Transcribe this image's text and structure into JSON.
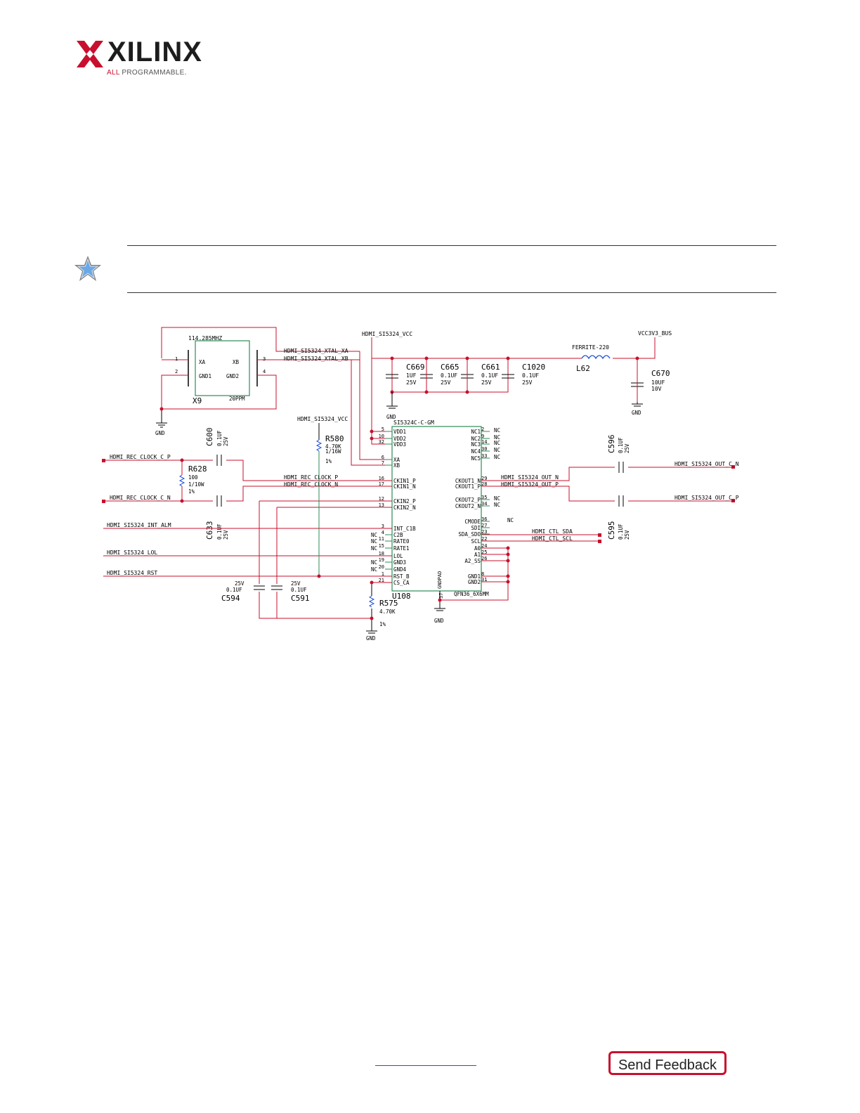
{
  "brand": {
    "name": "XILINX",
    "tagline_highlight": "ALL",
    "tagline_rest": "PROGRAMMABLE",
    "tagline_mark": "."
  },
  "footer": {
    "feedback_label": "Send Feedback",
    "link_text": ""
  },
  "schematic": {
    "nets": {
      "xtal_xa": "HDMI_SI5324_XTAL_XA",
      "xtal_xb": "HDMI_SI5324_XTAL_XB",
      "vcc": "HDMI_SI5324_VCC",
      "vcc_r580": "HDMI_SI5324_VCC",
      "bus": "VCC3V3_BUS",
      "rec_clk_p": "HDMI_REC_CLOCK_C_P",
      "rec_clk_n": "HDMI_REC_CLOCK_C_N",
      "rec_clk_p2": "HDMI_REC_CLOCK_P",
      "rec_clk_n2": "HDMI_REC_CLOCK_N",
      "int_alm": "HDMI_SI5324_INT_ALM",
      "lol": "HDMI_SI5324_LOL",
      "rst": "HDMI_SI5324_RST",
      "out_n": "HDMI_SI5324_OUT_N",
      "out_p": "HDMI_SI5324_OUT_P",
      "out_c_n": "HDMI_SI5324_OUT_C_N",
      "out_c_p": "HDMI_SI5324_OUT_C_P",
      "ctl_sda": "HDMI_CTL_SDA",
      "ctl_scl": "HDMI_CTL_SCL",
      "gnd": "GND"
    },
    "x9": {
      "ref": "X9",
      "freq": "114.285MHZ",
      "tol": "20PPM",
      "xa": "XA",
      "xb": "XB",
      "gnd1": "GND1",
      "gnd2": "GND2",
      "p1": "1",
      "p2": "2",
      "p3": "3",
      "p4": "4"
    },
    "u108": {
      "ref": "U108",
      "part": "SI5324C-C-GM",
      "package": "QFN36_6X6MM",
      "epad": "GNDPAD",
      "left_pins": [
        {
          "num": "5",
          "name": "VDD1"
        },
        {
          "num": "10",
          "name": "VDD2"
        },
        {
          "num": "32",
          "name": "VDD3"
        },
        {
          "num": "6",
          "name": "XA"
        },
        {
          "num": "7",
          "name": "XB"
        },
        {
          "num": "16",
          "name": "CKIN1_P"
        },
        {
          "num": "17",
          "name": "CKIN1_N"
        },
        {
          "num": "12",
          "name": "CKIN2_P"
        },
        {
          "num": "13",
          "name": "CKIN2_N"
        },
        {
          "num": "3",
          "name": "INT_C1B"
        },
        {
          "num": "4",
          "name": "C2B"
        },
        {
          "num": "11",
          "name": "RATE0"
        },
        {
          "num": "15",
          "name": "RATE1"
        },
        {
          "num": "18",
          "name": "LOL"
        },
        {
          "num": "19",
          "name": "GND3"
        },
        {
          "num": "20",
          "name": "GND4"
        },
        {
          "num": "1",
          "name": "RST_B"
        },
        {
          "num": "21",
          "name": "CS_CA"
        }
      ],
      "right_pins": [
        {
          "num": "2",
          "name": "NC1"
        },
        {
          "num": "9",
          "name": "NC2"
        },
        {
          "num": "14",
          "name": "NC3"
        },
        {
          "num": "30",
          "name": "NC4"
        },
        {
          "num": "33",
          "name": "NC5"
        },
        {
          "num": "29",
          "name": "CKOUT1_N"
        },
        {
          "num": "28",
          "name": "CKOUT1_P"
        },
        {
          "num": "35",
          "name": "CKOUT2_P"
        },
        {
          "num": "34",
          "name": "CKOUT2_N"
        },
        {
          "num": "36",
          "name": "CMODE"
        },
        {
          "num": "27",
          "name": "SDI"
        },
        {
          "num": "23",
          "name": "SDA_SDO"
        },
        {
          "num": "22",
          "name": "SCL"
        },
        {
          "num": "24",
          "name": "A0"
        },
        {
          "num": "25",
          "name": "A1"
        },
        {
          "num": "26",
          "name": "A2_SS"
        },
        {
          "num": "8",
          "name": "GND1"
        },
        {
          "num": "31",
          "name": "GND2"
        }
      ],
      "nc": "NC",
      "epad_pin": "37"
    },
    "caps": {
      "c669": {
        "ref": "C669",
        "v1": "1UF",
        "v2": "25V"
      },
      "c665": {
        "ref": "C665",
        "v1": "0.1UF",
        "v2": "25V"
      },
      "c661": {
        "ref": "C661",
        "v1": "0.1UF",
        "v2": "25V"
      },
      "c1020": {
        "ref": "C1020",
        "v1": "0.1UF",
        "v2": "25V"
      },
      "c670": {
        "ref": "C670",
        "v1": "10UF",
        "v2": "10V"
      },
      "c600": {
        "ref": "C600",
        "v1": "0.1UF",
        "v2": "25V"
      },
      "c633": {
        "ref": "C633",
        "v1": "0.1UF",
        "v2": "25V"
      },
      "c596": {
        "ref": "C596",
        "v1": "0.1UF",
        "v2": "25V"
      },
      "c595": {
        "ref": "C595",
        "v1": "0.1UF",
        "v2": "25V"
      },
      "c594": {
        "ref": "C594",
        "v1": "0.1UF",
        "v2": "25V"
      },
      "c591": {
        "ref": "C591",
        "v1": "0.1UF",
        "v2": "25V"
      }
    },
    "l62": {
      "ref": "L62",
      "value": "FERRITE-220"
    },
    "r580": {
      "ref": "R580",
      "v1": "4.70K",
      "v2": "1/16W",
      "v3": "1%"
    },
    "r628": {
      "ref": "R628",
      "v1": "100",
      "v2": "1/10W",
      "v3": "1%"
    },
    "r575": {
      "ref": "R575",
      "v1": "4.70K",
      "v2": "1%"
    }
  }
}
